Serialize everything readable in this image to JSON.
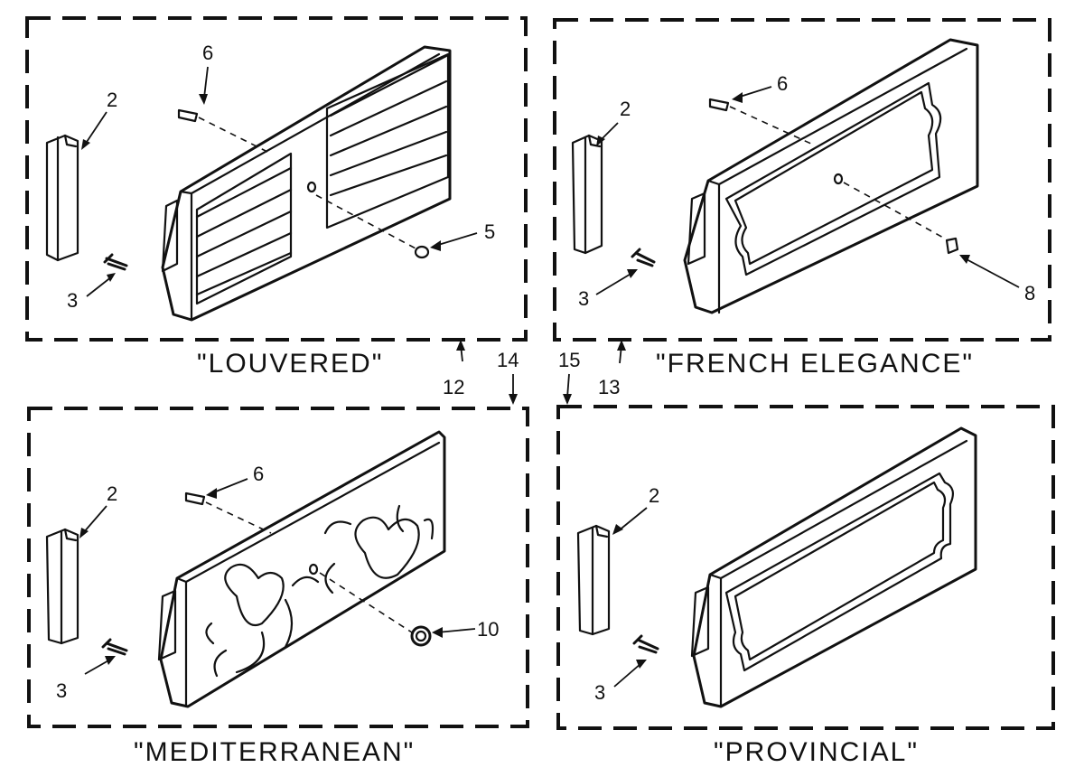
{
  "panels": [
    {
      "title": "\"LOUVERED\"",
      "callouts": {
        "end_cap": "2",
        "screw": "3",
        "knob_pin": "6",
        "knob": "5"
      }
    },
    {
      "title": "\"FRENCH ELEGANCE\"",
      "callouts": {
        "end_cap": "2",
        "screw": "3",
        "knob_pin": "6",
        "knob": "8"
      }
    },
    {
      "title": "\"MEDITERRANEAN\"",
      "callouts": {
        "end_cap": "2",
        "screw": "3",
        "knob_pin": "6",
        "knob": "10"
      }
    },
    {
      "title": "\"PROVINCIAL\"",
      "callouts": {
        "end_cap": "2",
        "screw": "3"
      }
    }
  ],
  "assembly_callouts": [
    "12",
    "13",
    "14",
    "15"
  ]
}
